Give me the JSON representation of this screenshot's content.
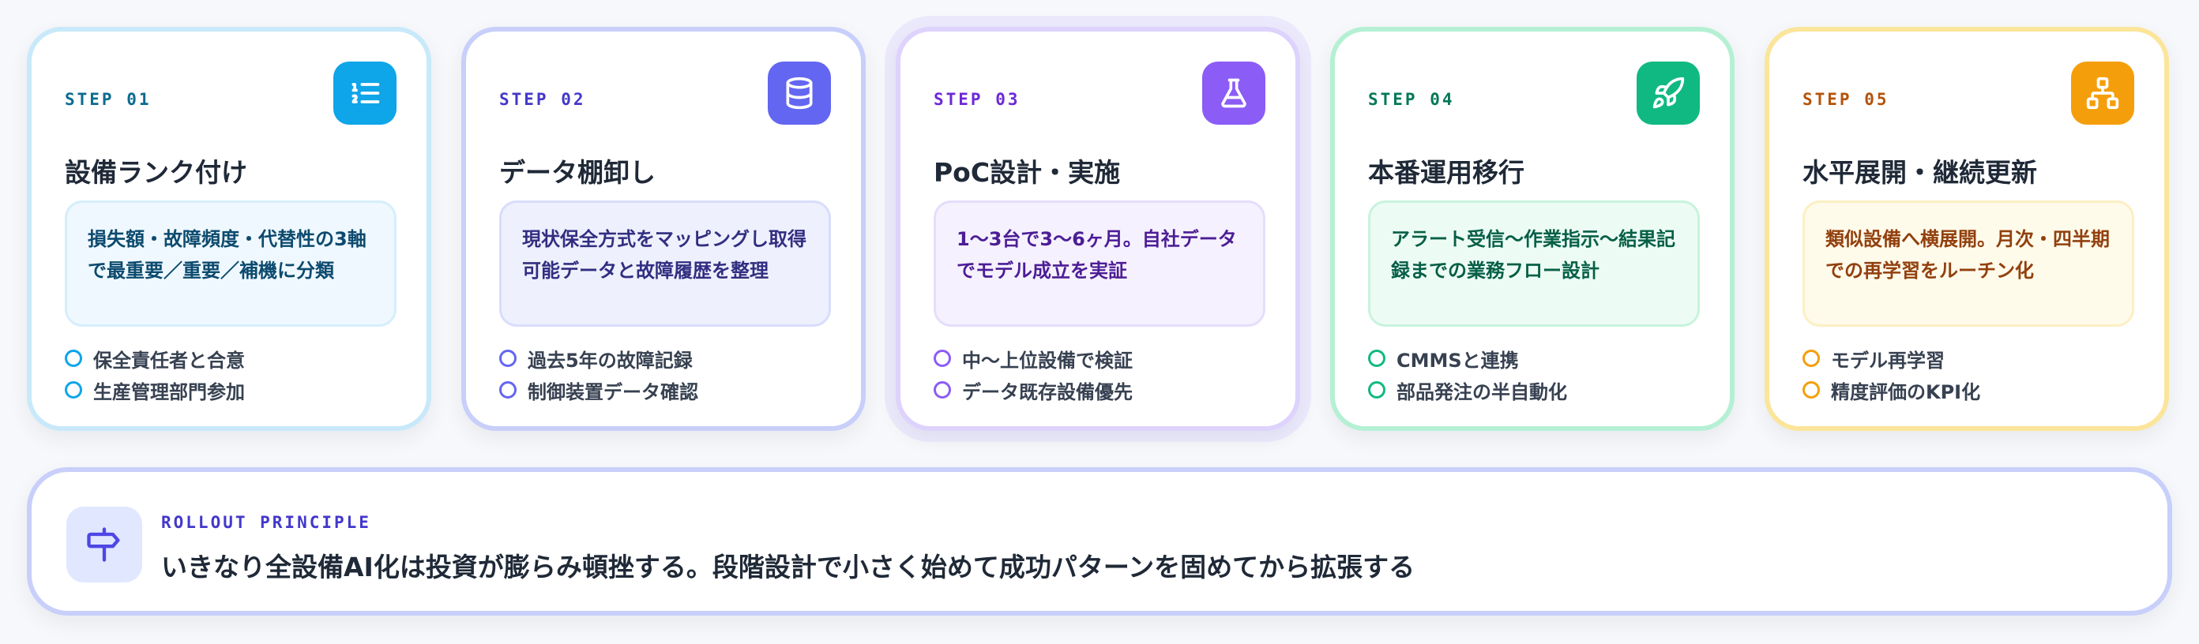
{
  "steps": [
    {
      "label": "STEP 01",
      "title": "設備ランク付け",
      "icon": "list-ordered-icon",
      "desc_lines": [
        "損失額・故障頻度・代替性の3軸",
        "で最重要／重要／補機に分類"
      ],
      "bullets": [
        "保全責任者と合意",
        "生産管理部門参加"
      ],
      "colors": {
        "border": "#c8e9fa",
        "accent": "#0ea5e9",
        "label": "#0c6b91",
        "desc_bg": "#eff8fe",
        "desc_border": "#d6eefb",
        "desc_text": "#0c4a6e"
      }
    },
    {
      "label": "STEP 02",
      "title": "データ棚卸し",
      "icon": "database-icon",
      "desc_lines": [
        "現状保全方式をマッピングし取得",
        "可能データと故障履歴を整理"
      ],
      "bullets": [
        "過去5年の故障記録",
        "制御装置データ確認"
      ],
      "colors": {
        "border": "#c7cffa",
        "accent": "#6366f1",
        "label": "#4338ca",
        "desc_bg": "#eef0fd",
        "desc_border": "#d9ddfb",
        "desc_text": "#312e81"
      }
    },
    {
      "label": "STEP 03",
      "title": "PoC設計・実施",
      "icon": "flask-icon",
      "desc_lines": [
        "1〜3台で3〜6ヶ月。自社データ",
        "でモデル成立を実証"
      ],
      "bullets": [
        "中〜上位設備で検証",
        "データ既存設備優先"
      ],
      "colors": {
        "border": "#ddd3fd",
        "accent": "#8b5cf6",
        "label": "#6d28d9",
        "desc_bg": "#f5f1fe",
        "desc_border": "#e6ddfd",
        "desc_text": "#4c1d95"
      }
    },
    {
      "label": "STEP 04",
      "title": "本番運用移行",
      "icon": "rocket-icon",
      "desc_lines": [
        "アラート受信〜作業指示〜結果記",
        "録までの業務フロー設計"
      ],
      "bullets": [
        "CMMSと連携",
        "部品発注の半自動化"
      ],
      "colors": {
        "border": "#b5f0d4",
        "accent": "#10b981",
        "label": "#047857",
        "desc_bg": "#ecfcf4",
        "desc_border": "#c8f3dd",
        "desc_text": "#065f46"
      }
    },
    {
      "label": "STEP 05",
      "title": "水平展開・継続更新",
      "icon": "network-icon",
      "desc_lines": [
        "類似設備へ横展開。月次・四半期",
        "での再学習をルーチン化"
      ],
      "bullets": [
        "モデル再学習",
        "精度評価のKPI化"
      ],
      "colors": {
        "border": "#fbe59a",
        "accent": "#f59e0b",
        "label": "#b45309",
        "desc_bg": "#fffbeb",
        "desc_border": "#fcefc2",
        "desc_text": "#92400e"
      }
    }
  ],
  "principle": {
    "label": "ROLLOUT PRINCIPLE",
    "text": "いきなり全設備AI化は投資が膨らみ頓挫する。段階設計で小さく始めて成功パターンを固めてから拡張する",
    "icon": "signpost-icon"
  }
}
